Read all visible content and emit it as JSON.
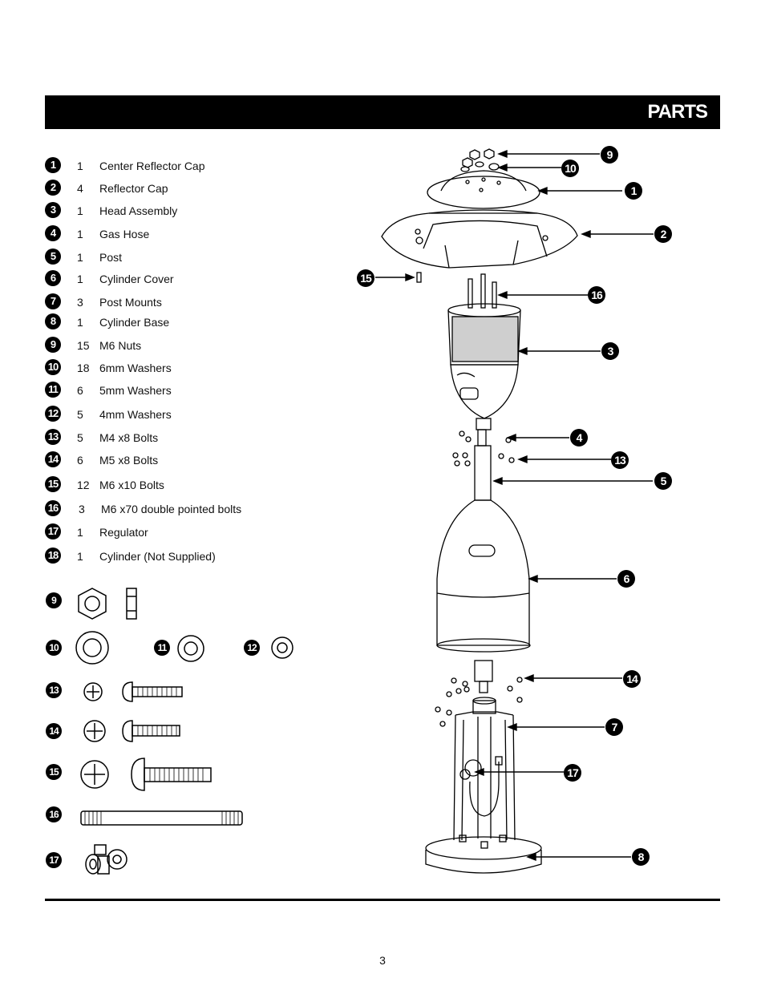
{
  "header": {
    "title": "PARTS"
  },
  "parts": [
    {
      "num": "1",
      "qty": "1",
      "name": "Center Reflector Cap"
    },
    {
      "num": "2",
      "qty": "4",
      "name": "Reflector Cap"
    },
    {
      "num": "3",
      "qty": "1",
      "name": "Head Assembly"
    },
    {
      "num": "4",
      "qty": "1",
      "name": "Gas Hose"
    },
    {
      "num": "5",
      "qty": "1",
      "name": "Post"
    },
    {
      "num": "6",
      "qty": "1",
      "name": "Cylinder Cover"
    },
    {
      "num": "7",
      "qty": "3",
      "name": "Post Mounts"
    },
    {
      "num": "8",
      "qty": "1",
      "name": "Cylinder Base"
    },
    {
      "num": "9",
      "qty": "15",
      "name": "M6 Nuts"
    },
    {
      "num": "10",
      "qty": "18",
      "name": "6mm Washers"
    },
    {
      "num": "11",
      "qty": "6",
      "name": "5mm Washers"
    },
    {
      "num": "12",
      "qty": "5",
      "name": "4mm Washers"
    },
    {
      "num": "13",
      "qty": "5",
      "name": "M4 x8 Bolts"
    },
    {
      "num": "14",
      "qty": "6",
      "name": "M5 x8 Bolts"
    },
    {
      "num": "15",
      "qty": "12",
      "name": "M6 x10 Bolts"
    },
    {
      "num": "16",
      "qty": "3",
      "name": "M6 x70  double pointed  bolts"
    },
    {
      "num": "17",
      "qty": "1",
      "name": "Regulator"
    },
    {
      "num": "18",
      "qty": "1",
      "name": "Cylinder (Not Supplied)"
    }
  ],
  "hardware_labels": {
    "nut": "9",
    "washer6": "10",
    "washer5": "11",
    "washer4": "12",
    "bolt_m4": "13",
    "bolt_m5": "14",
    "bolt_m6": "15",
    "rod": "16",
    "regulator": "17"
  },
  "callouts": {
    "c9": "9",
    "c10": "10",
    "c1": "1",
    "c2": "2",
    "c15": "15",
    "c16": "16",
    "c3": "3",
    "c4": "4",
    "c13": "13",
    "c5": "5",
    "c6": "6",
    "c14": "14",
    "c7": "7",
    "c17": "17",
    "c8": "8"
  },
  "page_number": "3"
}
